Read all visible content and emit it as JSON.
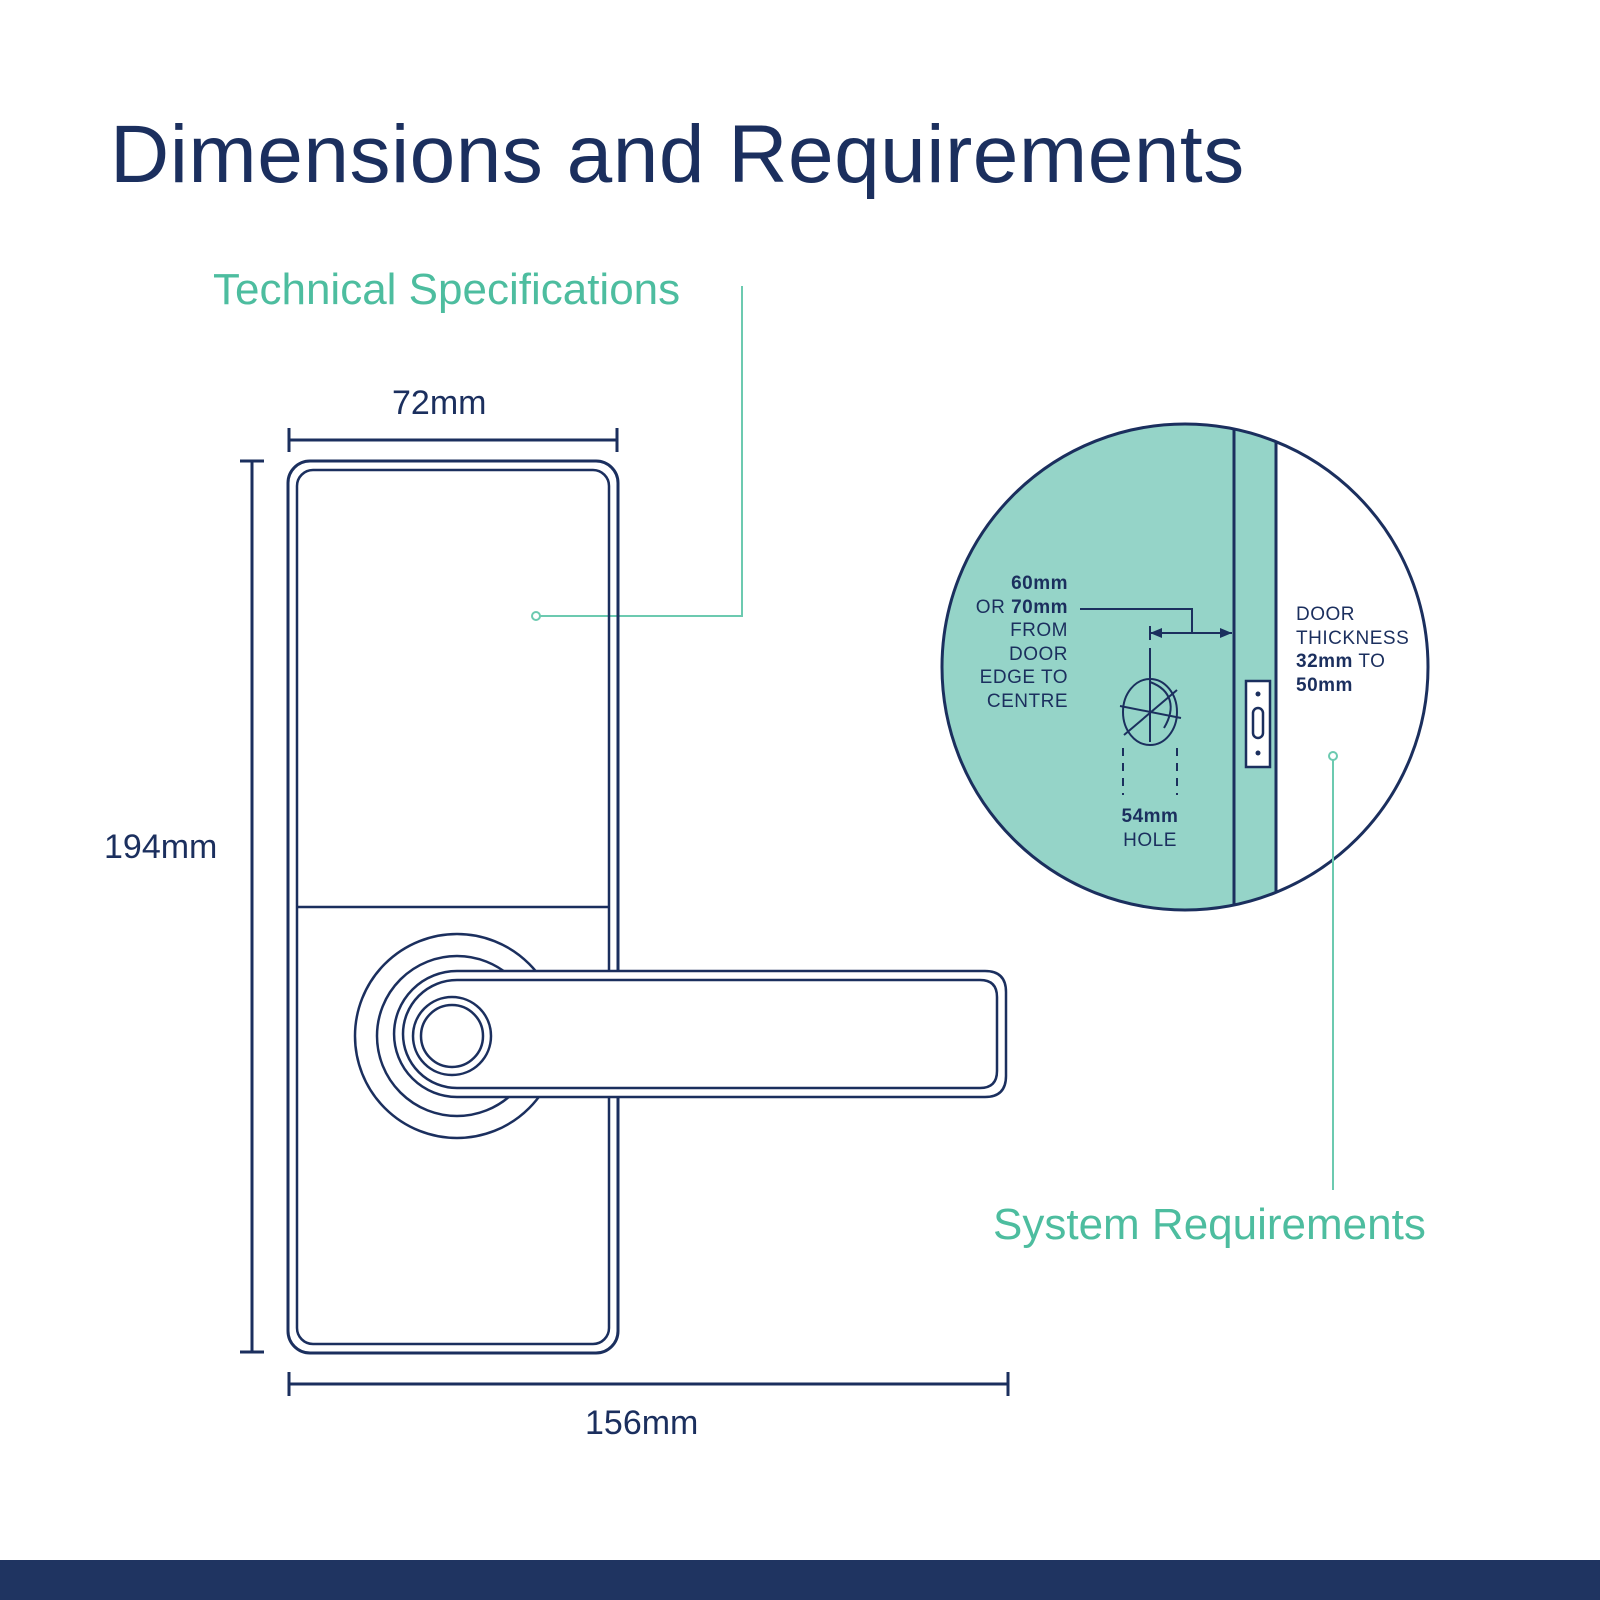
{
  "title": "Dimensions and Requirements",
  "labels": {
    "technical_specifications": "Technical Specifications",
    "system_requirements": "System Requirements"
  },
  "dimensions": {
    "width": "72mm",
    "height": "194mm",
    "total_width": "156mm"
  },
  "detail": {
    "backset": {
      "line1_bold": "60mm",
      "line2_pre": "OR ",
      "line2_bold": "70mm",
      "line3": "FROM",
      "line4": "DOOR",
      "line5": "EDGE TO",
      "line6": "CENTRE"
    },
    "thickness": {
      "line1": "DOOR",
      "line2": "THICKNESS",
      "line3_bold": "32mm",
      "line3_post": " TO",
      "line4_bold": "50mm"
    },
    "hole": {
      "line1_bold": "54mm",
      "line2": "HOLE"
    }
  },
  "colors": {
    "navy": "#1b2f5e",
    "teal_accent": "#4dbd9f",
    "teal_fill": "#95d4c8",
    "footer": "#1f3461"
  }
}
